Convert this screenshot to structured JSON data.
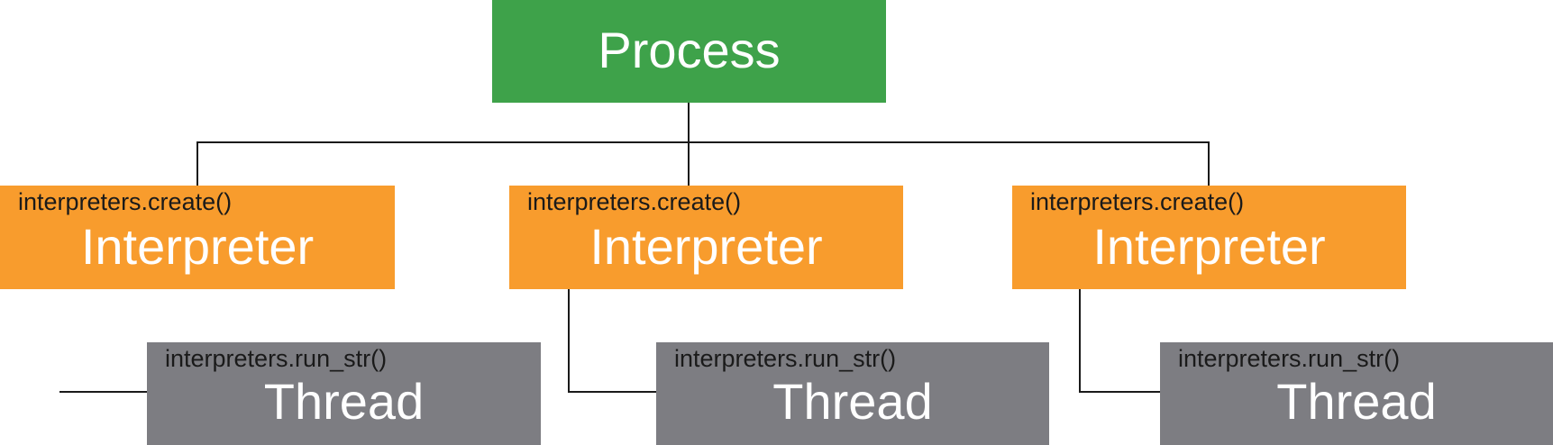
{
  "diagram": {
    "colors": {
      "process": "#3EA24A",
      "interpreter": "#F89C2D",
      "thread": "#7D7D82",
      "line": "#1A1A1A",
      "big_label_text": "#FFFFFF",
      "annotation_text": "#1A1A1A"
    },
    "process": {
      "label": "Process"
    },
    "interpreters": [
      {
        "annotation": "interpreters.create()",
        "label": "Interpreter"
      },
      {
        "annotation": "interpreters.create()",
        "label": "Interpreter"
      },
      {
        "annotation": "interpreters.create()",
        "label": "Interpreter"
      }
    ],
    "threads": [
      {
        "annotation": "interpreters.run_str()",
        "label": "Thread"
      },
      {
        "annotation": "interpreters.run_str()",
        "label": "Thread"
      },
      {
        "annotation": "interpreters.run_str()",
        "label": "Thread"
      }
    ]
  }
}
